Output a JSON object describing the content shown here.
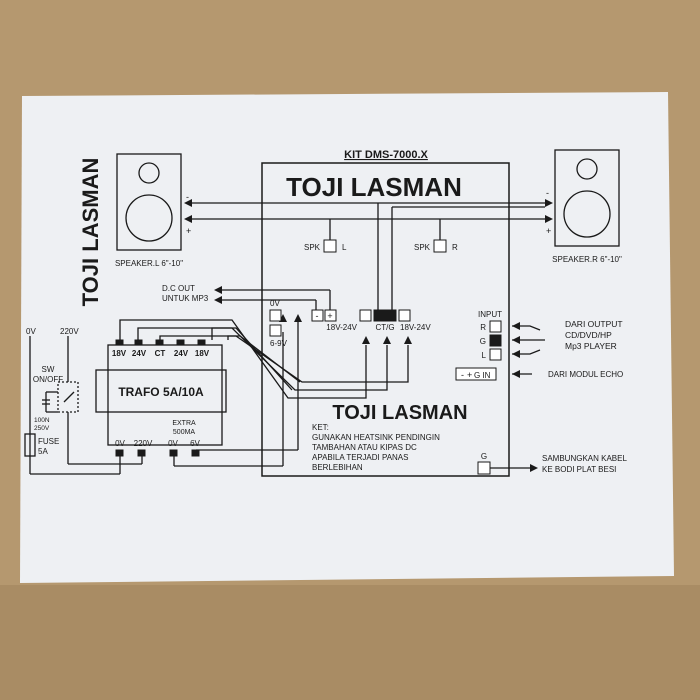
{
  "colors": {
    "background": "#b5986f",
    "paper": "#eef0f3",
    "ink": "#1a1a1a"
  },
  "kit_name": "KIT DMS-7000.X",
  "brand_top": "TOJI LASMAN",
  "brand_bottom": "TOJI LASMAN",
  "brand_vertical": "TOJI LASMAN",
  "speaker_left": {
    "label": "SPEAKER.L 6\"-10\"",
    "minus": "-",
    "plus": "+"
  },
  "speaker_right": {
    "label": "SPEAKER.R 6\"-10\"",
    "minus": "-",
    "plus": "+"
  },
  "spk_left": {
    "prefix": "SPK",
    "suffix": "L"
  },
  "spk_right": {
    "prefix": "SPK",
    "suffix": "R"
  },
  "dc_out": {
    "line1": "D.C OUT",
    "line2": "UNTUK MP3"
  },
  "dc_terminal": {
    "minus": "-",
    "plus": "+"
  },
  "fan_supply": {
    "top": "0V",
    "bottom": "6-9V"
  },
  "power_input": {
    "left": "18V-24V",
    "center": "CT/G",
    "right": "18V-24V"
  },
  "input_block": {
    "title": "INPUT",
    "r": "R",
    "g": "G",
    "l": "L"
  },
  "input_source": {
    "line1": "DARI OUTPUT",
    "line2": "CD/DVD/HP",
    "line3": "Mp3 PLAYER"
  },
  "gin_terminal": {
    "minus": "-",
    "plus": "+",
    "label": "G IN"
  },
  "echo_source": "DARI MODUL ECHO",
  "ground_terminal": "G",
  "ground_note": {
    "line1": "SAMBUNGKAN KABEL",
    "line2": "KE BODI PLAT BESI"
  },
  "note": {
    "title": "KET:",
    "line1": "GUNAKAN HEATSINK PENDINGIN",
    "line2": "TAMBAHAN ATAU KIPAS DC",
    "line3": "APABILA TERJADI PANAS",
    "line4": "BERLEBIHAN"
  },
  "transformer": {
    "title": "TRAFO 5A/10A",
    "secondary": [
      "18V",
      "24V",
      "CT",
      "24V",
      "18V"
    ],
    "primary": [
      "0V",
      "220V"
    ],
    "extra_label1": "EXTRA",
    "extra_label2": "500MA",
    "extra": [
      "0V",
      "6V"
    ]
  },
  "mains": {
    "zero": "0V",
    "live": "220V"
  },
  "switch": {
    "line1": "SW",
    "line2": "ON/OFF"
  },
  "capacitor": {
    "line1": "100N",
    "line2": "250V"
  },
  "fuse": {
    "line1": "FUSE",
    "line2": "5A"
  }
}
